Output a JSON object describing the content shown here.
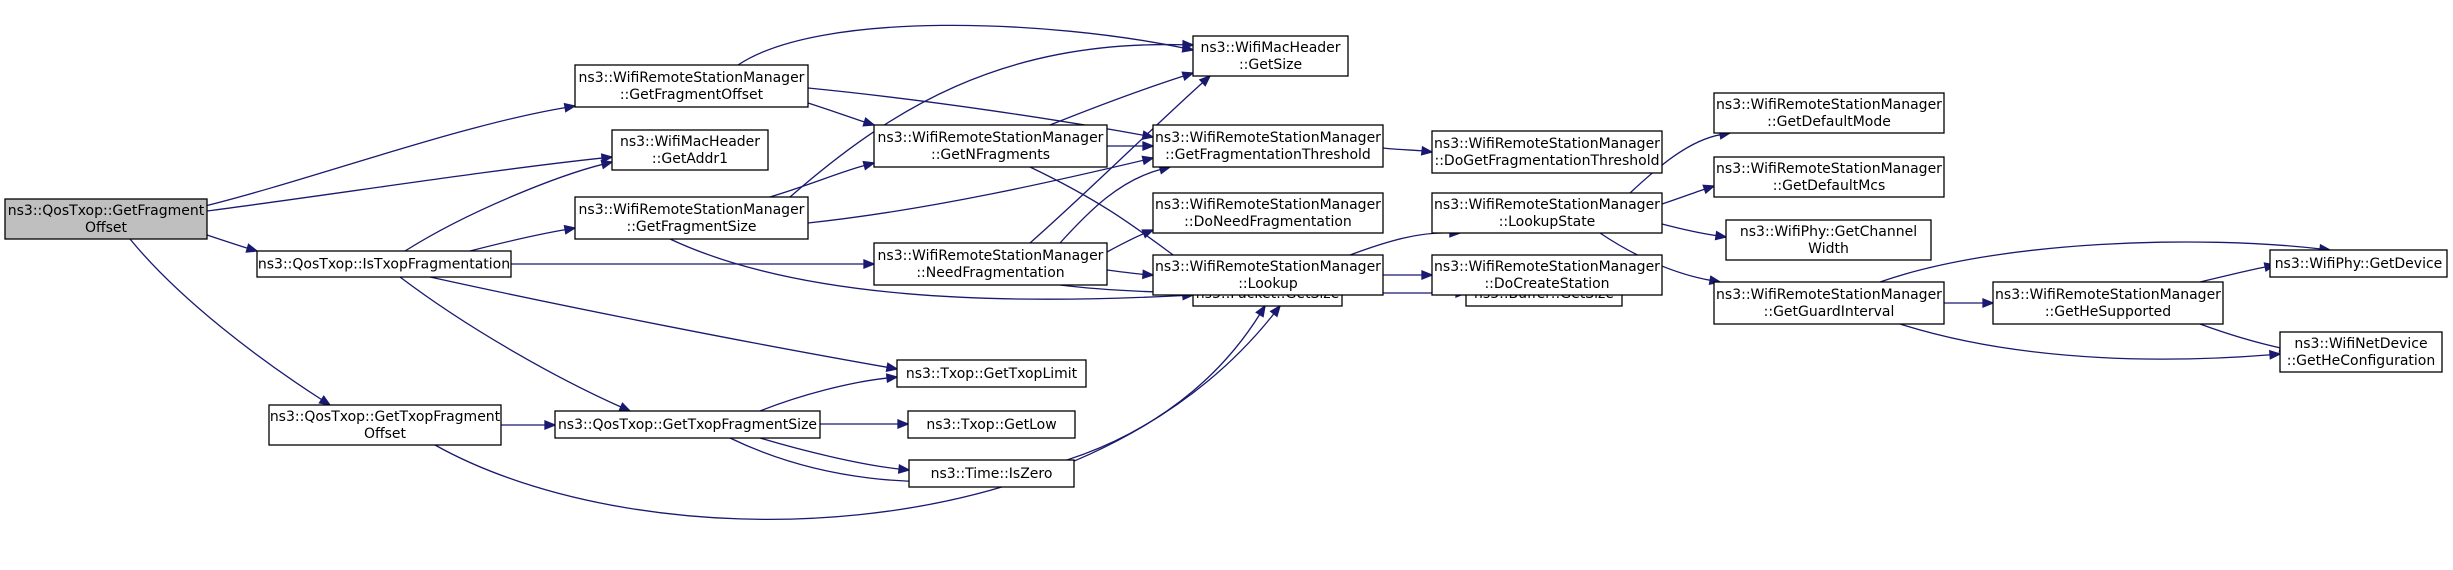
{
  "colors": {
    "edge": "#191970",
    "root_fill": "#bfbfbf",
    "node_fill": "#ffffff",
    "border": "#000000"
  },
  "nodes": [
    {
      "id": "root",
      "lines": [
        "ns3::QosTxop::GetFragment",
        "Offset"
      ],
      "root": true
    },
    {
      "id": "getFragmentOffset",
      "lines": [
        "ns3::WifiRemoteStationManager",
        "::GetFragmentOffset"
      ]
    },
    {
      "id": "getAddr1",
      "lines": [
        "ns3::WifiMacHeader",
        "::GetAddr1"
      ]
    },
    {
      "id": "isTxopFragmentation",
      "lines": [
        "ns3::QosTxop::IsTxopFragmentation"
      ]
    },
    {
      "id": "getTxopFragmentOffset",
      "lines": [
        "ns3::QosTxop::GetTxopFragment",
        "Offset"
      ]
    },
    {
      "id": "macHeaderGetSize",
      "lines": [
        "ns3::WifiMacHeader",
        "::GetSize"
      ]
    },
    {
      "id": "getFragmentationThreshold",
      "lines": [
        "ns3::WifiRemoteStationManager",
        "::GetFragmentationThreshold"
      ]
    },
    {
      "id": "getNFragments",
      "lines": [
        "ns3::WifiRemoteStationManager",
        "::GetNFragments"
      ]
    },
    {
      "id": "packetGetSize",
      "lines": [
        "ns3::Packet::GetSize"
      ]
    },
    {
      "id": "getFragmentSize",
      "lines": [
        "ns3::WifiRemoteStationManager",
        "::GetFragmentSize"
      ]
    },
    {
      "id": "needFragmentation",
      "lines": [
        "ns3::WifiRemoteStationManager",
        "::NeedFragmentation"
      ]
    },
    {
      "id": "getTxopLimit",
      "lines": [
        "ns3::Txop::GetTxopLimit"
      ]
    },
    {
      "id": "getTxopFragmentSize",
      "lines": [
        "ns3::QosTxop::GetTxopFragmentSize"
      ]
    },
    {
      "id": "doGetFragmentationThreshold",
      "lines": [
        "ns3::WifiRemoteStationManager",
        "::DoGetFragmentationThreshold"
      ]
    },
    {
      "id": "doNeedFragmentation",
      "lines": [
        "ns3::WifiRemoteStationManager",
        "::DoNeedFragmentation"
      ]
    },
    {
      "id": "lookup",
      "lines": [
        "ns3::WifiRemoteStationManager",
        "::Lookup"
      ]
    },
    {
      "id": "bufferGetSize",
      "lines": [
        "ns3::Buffer::GetSize"
      ]
    },
    {
      "id": "getLow",
      "lines": [
        "ns3::Txop::GetLow"
      ]
    },
    {
      "id": "isZero",
      "lines": [
        "ns3::Time::IsZero"
      ]
    },
    {
      "id": "lookupState",
      "lines": [
        "ns3::WifiRemoteStationManager",
        "::LookupState"
      ]
    },
    {
      "id": "doCreateStation",
      "lines": [
        "ns3::WifiRemoteStationManager",
        "::DoCreateStation"
      ]
    },
    {
      "id": "getDefaultMode",
      "lines": [
        "ns3::WifiRemoteStationManager",
        "::GetDefaultMode"
      ]
    },
    {
      "id": "getDefaultMcs",
      "lines": [
        "ns3::WifiRemoteStationManager",
        "::GetDefaultMcs"
      ]
    },
    {
      "id": "getChannelWidth",
      "lines": [
        "ns3::WifiPhy::GetChannel",
        "Width"
      ]
    },
    {
      "id": "getGuardInterval",
      "lines": [
        "ns3::WifiRemoteStationManager",
        "::GetGuardInterval"
      ]
    },
    {
      "id": "getHeSupported",
      "lines": [
        "ns3::WifiRemoteStationManager",
        "::GetHeSupported"
      ]
    },
    {
      "id": "getDevice",
      "lines": [
        "ns3::WifiPhy::GetDevice"
      ]
    },
    {
      "id": "getHeConfiguration",
      "lines": [
        "ns3::WifiNetDevice",
        "::GetHeConfiguration"
      ]
    }
  ],
  "edges": [
    [
      "root",
      "getFragmentOffset"
    ],
    [
      "root",
      "getAddr1"
    ],
    [
      "root",
      "isTxopFragmentation"
    ],
    [
      "root",
      "getTxopFragmentOffset"
    ],
    [
      "getFragmentOffset",
      "macHeaderGetSize"
    ],
    [
      "getFragmentOffset",
      "getFragmentationThreshold"
    ],
    [
      "getFragmentOffset",
      "getNFragments"
    ],
    [
      "getNFragments",
      "macHeaderGetSize"
    ],
    [
      "getNFragments",
      "getFragmentationThreshold"
    ],
    [
      "getNFragments",
      "packetGetSize"
    ],
    [
      "getFragmentationThreshold",
      "doGetFragmentationThreshold"
    ],
    [
      "isTxopFragmentation",
      "getAddr1"
    ],
    [
      "isTxopFragmentation",
      "getFragmentSize"
    ],
    [
      "isTxopFragmentation",
      "needFragmentation"
    ],
    [
      "isTxopFragmentation",
      "getTxopLimit"
    ],
    [
      "isTxopFragmentation",
      "getTxopFragmentSize"
    ],
    [
      "getFragmentSize",
      "macHeaderGetSize"
    ],
    [
      "getFragmentSize",
      "getFragmentationThreshold"
    ],
    [
      "getFragmentSize",
      "getNFragments"
    ],
    [
      "getFragmentSize",
      "packetGetSize"
    ],
    [
      "needFragmentation",
      "macHeaderGetSize"
    ],
    [
      "needFragmentation",
      "getFragmentationThreshold"
    ],
    [
      "needFragmentation",
      "doNeedFragmentation"
    ],
    [
      "needFragmentation",
      "lookup"
    ],
    [
      "needFragmentation",
      "packetGetSize"
    ],
    [
      "getTxopFragmentOffset",
      "getTxopFragmentSize"
    ],
    [
      "getTxopFragmentOffset",
      "packetGetSize"
    ],
    [
      "getTxopFragmentSize",
      "getTxopLimit"
    ],
    [
      "getTxopFragmentSize",
      "getLow"
    ],
    [
      "getTxopFragmentSize",
      "isZero"
    ],
    [
      "getTxopFragmentSize",
      "packetGetSize"
    ],
    [
      "packetGetSize",
      "bufferGetSize"
    ],
    [
      "lookup",
      "lookupState"
    ],
    [
      "lookup",
      "doCreateStation"
    ],
    [
      "lookupState",
      "getDefaultMode"
    ],
    [
      "lookupState",
      "getDefaultMcs"
    ],
    [
      "lookupState",
      "getChannelWidth"
    ],
    [
      "lookupState",
      "getGuardInterval"
    ],
    [
      "getGuardInterval",
      "getHeSupported"
    ],
    [
      "getGuardInterval",
      "getDevice"
    ],
    [
      "getGuardInterval",
      "getHeConfiguration"
    ],
    [
      "getHeSupported",
      "getDevice"
    ],
    [
      "getHeSupported",
      "getHeConfiguration"
    ]
  ]
}
